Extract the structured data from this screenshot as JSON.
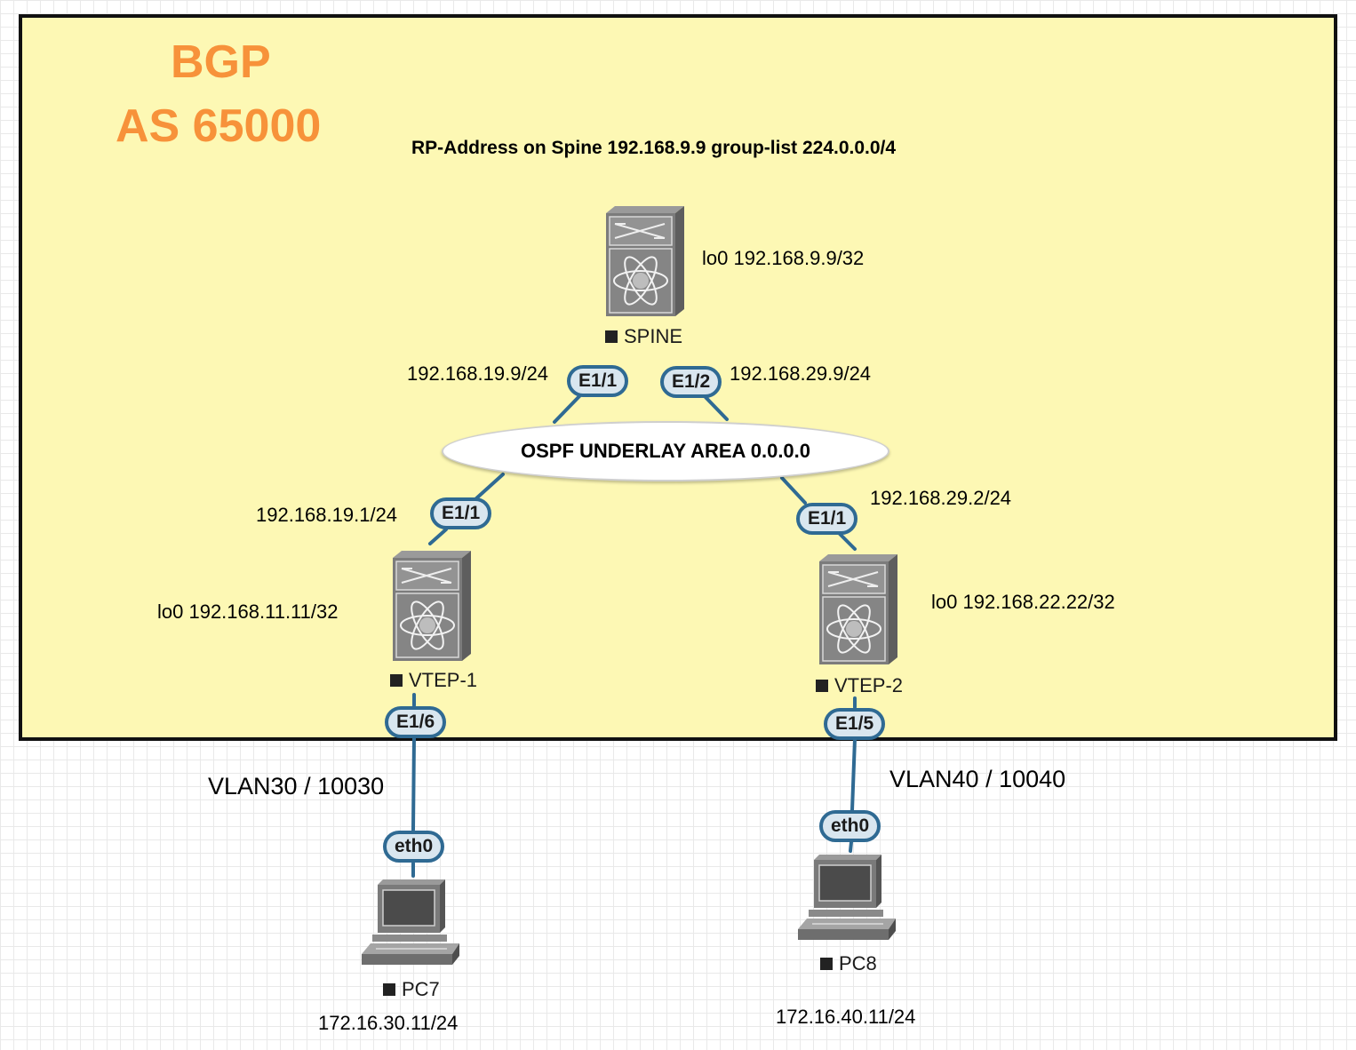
{
  "title": {
    "line1": "BGP",
    "line2": "AS 65000"
  },
  "rp_note": "RP-Address on Spine 192.168.9.9 group-list 224.0.0.0/4",
  "ospf_label": "OSPF UNDERLAY AREA 0.0.0.0",
  "colors": {
    "zone_fill": "#fdf8b4",
    "title": "#f7923a",
    "link": "#2f6a93",
    "port_fill": "#d9e6ef"
  },
  "nodes": {
    "spine": {
      "name": "SPINE",
      "loopback": "lo0 192.168.9.9/32",
      "icon": "nexus-switch-icon"
    },
    "vtep1": {
      "name": "VTEP-1",
      "loopback": "lo0 192.168.11.11/32",
      "icon": "nexus-switch-icon"
    },
    "vtep2": {
      "name": "VTEP-2",
      "loopback": "lo0 192.168.22.22/32",
      "icon": "nexus-switch-icon"
    },
    "pc7": {
      "name": "PC7",
      "ip": "172.16.30.11/24",
      "icon": "computer-icon"
    },
    "pc8": {
      "name": "PC8",
      "ip": "172.16.40.11/24",
      "icon": "computer-icon"
    }
  },
  "ports": {
    "spine_e11": "E1/1",
    "spine_e12": "E1/2",
    "vtep1_e11": "E1/1",
    "vtep2_e11": "E1/1",
    "vtep1_e16": "E1/6",
    "vtep2_e15": "E1/5",
    "pc7_eth0": "eth0",
    "pc8_eth0": "eth0"
  },
  "addresses": {
    "spine_e11": "192.168.19.9/24",
    "spine_e12": "192.168.29.9/24",
    "vtep1_e11": "192.168.19.1/24",
    "vtep2_e11": "192.168.29.2/24"
  },
  "vlans": {
    "left": "VLAN30 / 10030",
    "right": "VLAN40 / 10040"
  }
}
